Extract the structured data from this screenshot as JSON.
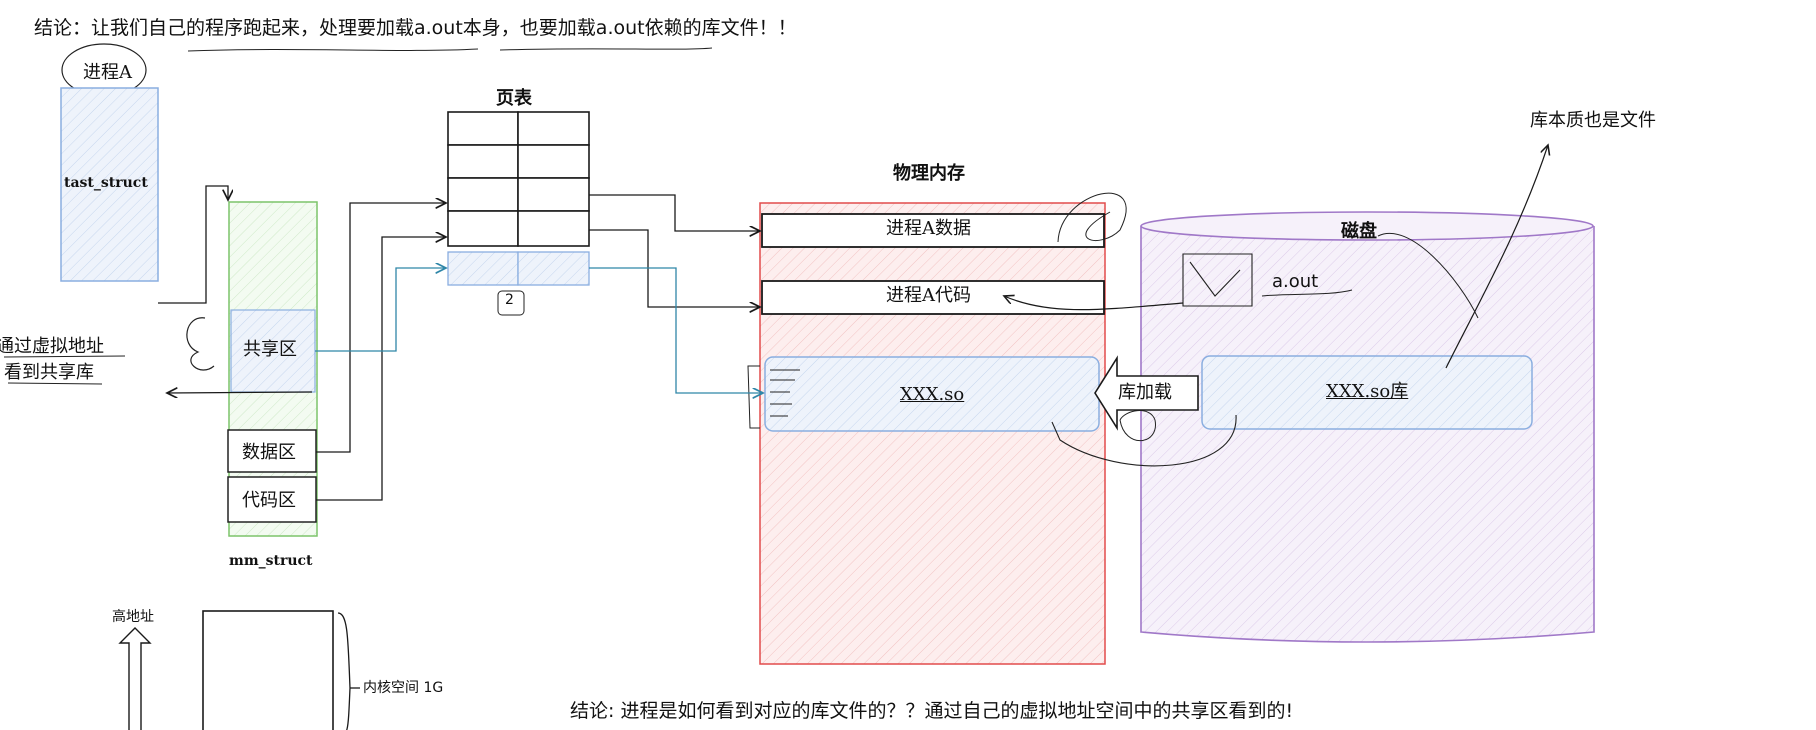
{
  "colors": {
    "blue": "#5b8fd6",
    "green": "#7cc46a",
    "red": "#e24b4b",
    "purple": "#a078c8",
    "teal": "#2f86a8",
    "ink": "#1a1a1a"
  },
  "conclusion_top": "结论：让我们自己的程序跑起来，处理要加载a.out本身，也要加载a.out依赖的库文件！！",
  "conclusion_bottom": "结论: 进程是如何看到对应的库文件的？？通过自己的虚拟地址空间中的共享区看到的!",
  "process": {
    "label": "进程A",
    "task_struct": "tast_struct"
  },
  "mm": {
    "label": "mm_struct",
    "shared": "共享区",
    "data": "数据区",
    "code": "代码区"
  },
  "side_note": {
    "line1": "通过虚拟地址",
    "line2": "看到共享库"
  },
  "page_table": {
    "title": "页表",
    "mark": "2"
  },
  "physical_memory": {
    "title": "物理内存",
    "data": "进程A数据",
    "code": "进程A代码",
    "lib": "XXX.so"
  },
  "load_label": "库加载",
  "disk": {
    "title": "磁盘",
    "aout": "a.out",
    "lib": "XXX.so库",
    "note": "库本质也是文件"
  },
  "address_space": {
    "high": "高地址",
    "kernel": "内核空间 1G"
  }
}
